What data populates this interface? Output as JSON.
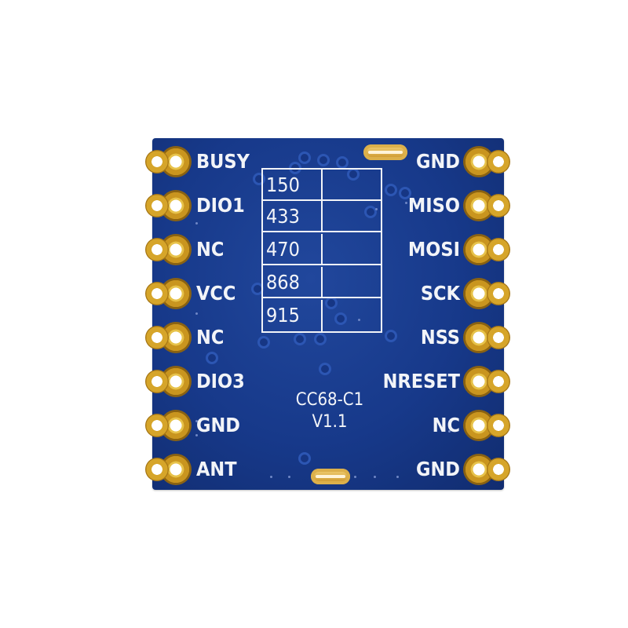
{
  "left_pins": [
    "BUSY",
    "DIO1",
    "NC",
    "VCC",
    "NC",
    "DIO3",
    "GND",
    "ANT"
  ],
  "right_pins": [
    "GND",
    "MISO",
    "MOSI",
    "SCK",
    "NSS",
    "NRESET",
    "NC",
    "GND"
  ],
  "frequencies": [
    "150",
    "433",
    "470",
    "868",
    "915"
  ],
  "model": {
    "name": "CC68-C1",
    "version": "V1.1"
  },
  "colors": {
    "board": "#17398a",
    "silkscreen": "#f2f4f8",
    "pad_gold": "#c9951f"
  }
}
